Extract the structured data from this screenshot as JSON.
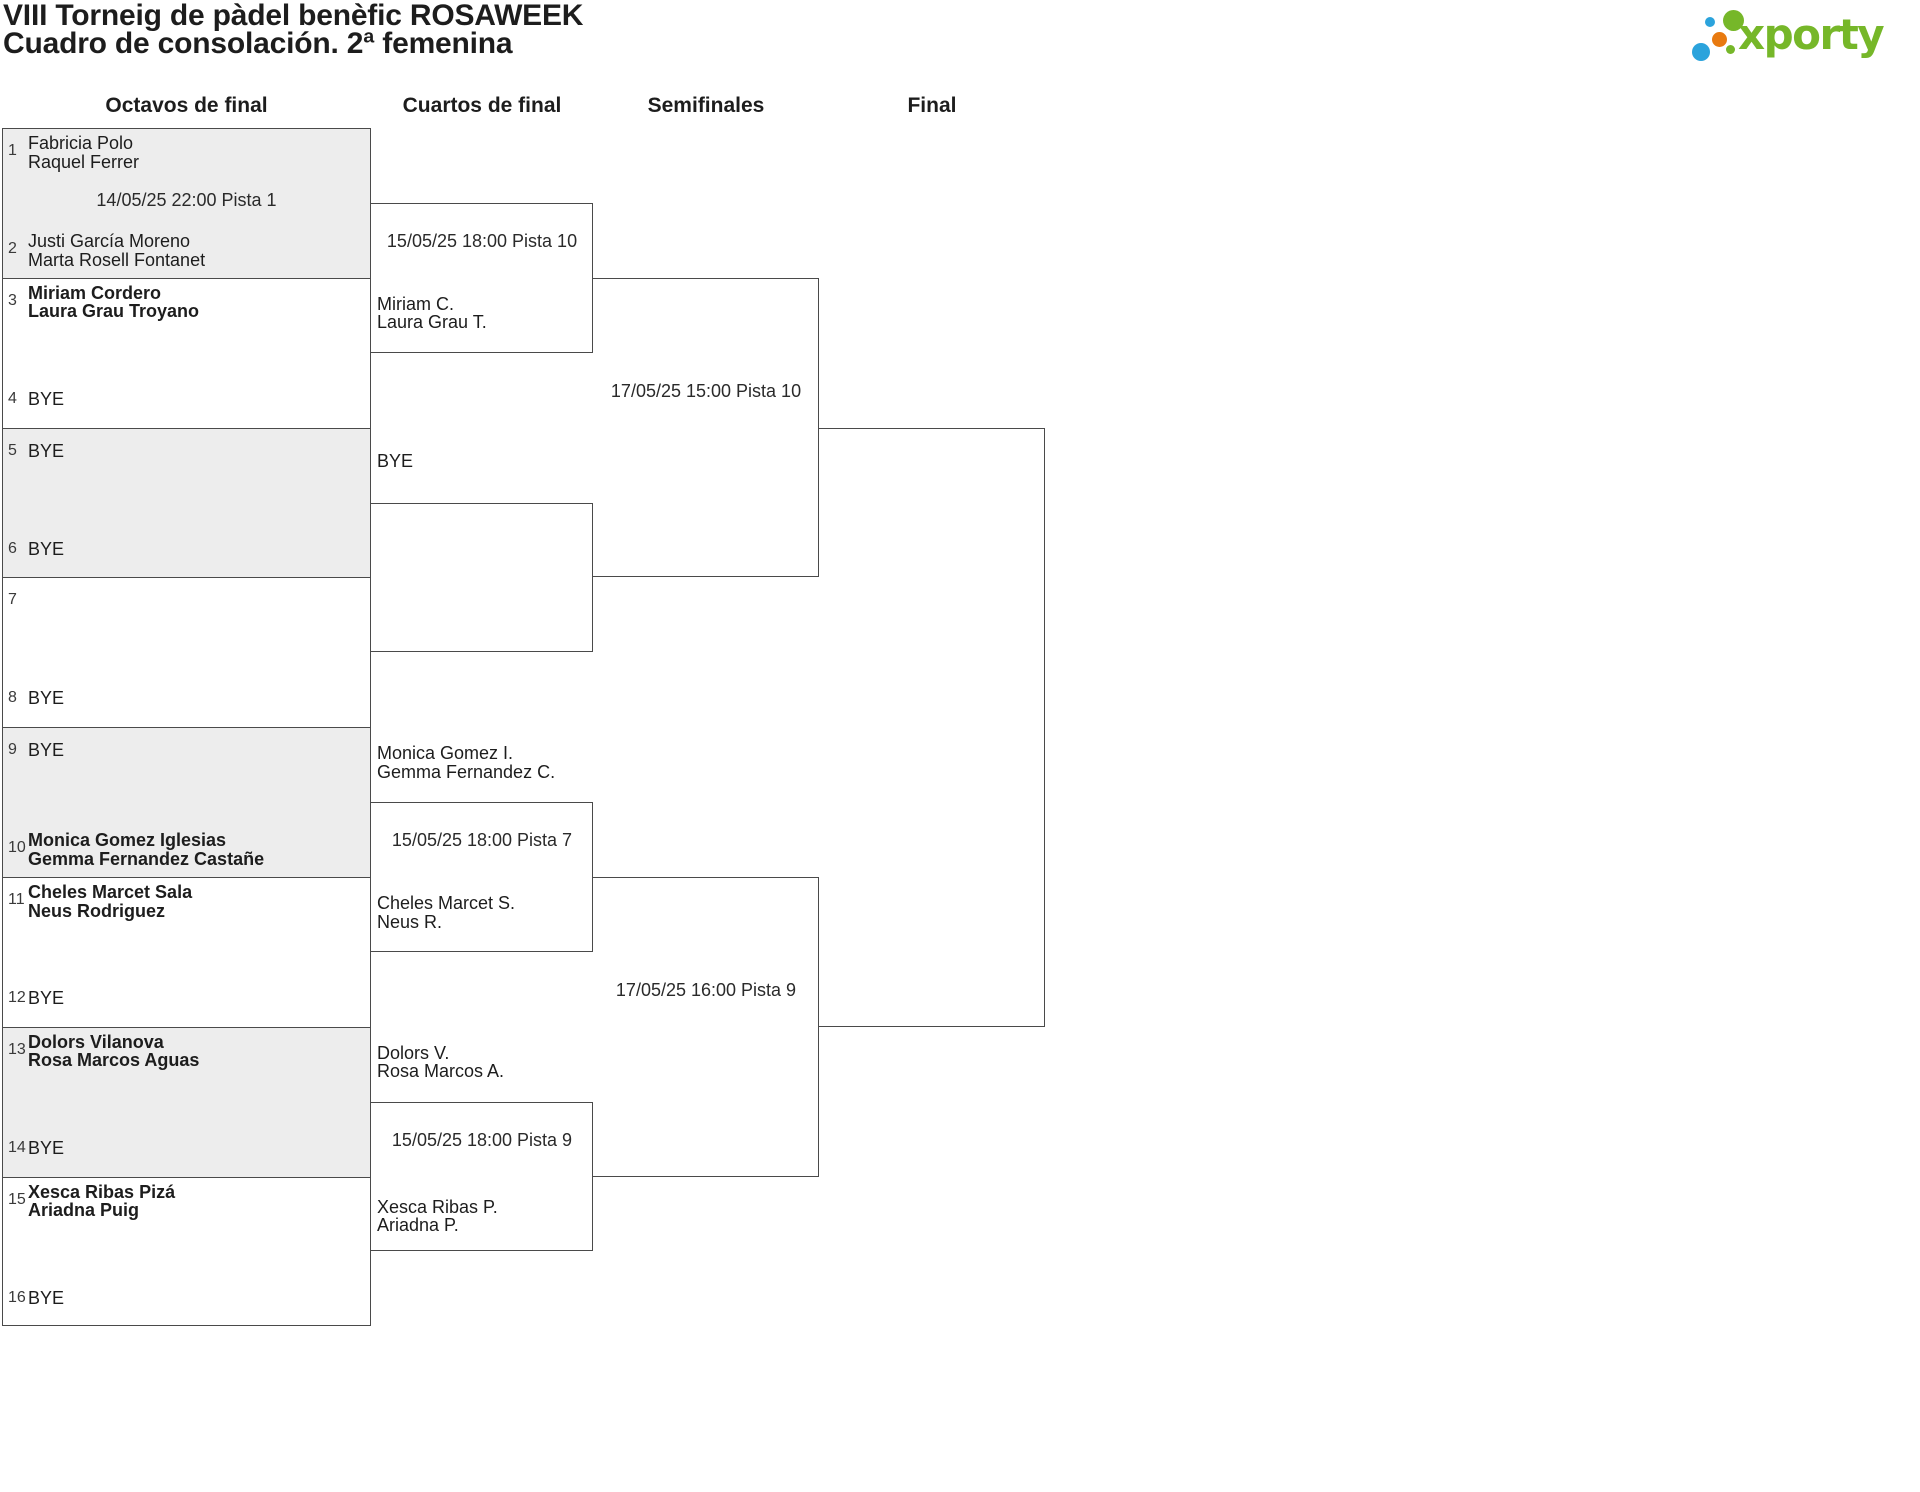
{
  "title": {
    "line1": "VIII Torneig de pàdel benèfic ROSAWEEK",
    "line2": "Cuadro de consolación. 2ª femenina"
  },
  "logo": {
    "brand": "xporty"
  },
  "colors": {
    "shaded_row": "#ededed",
    "border_line": "#4a4a4a",
    "text": "#1d1d1d",
    "logo_green": "#76b729",
    "logo_blue": "#2ba3dc",
    "logo_orange": "#e87a10"
  },
  "round_headers": [
    "Octavos de final",
    "Cuartos de final",
    "Semifinales",
    "Final"
  ],
  "r16": [
    {
      "num": "1",
      "line1": "Fabricia Polo",
      "line2": "Raquel Ferrer"
    },
    {
      "num": "2",
      "line1": "Justi García Moreno",
      "line2": "Marta Rosell Fontanet"
    },
    {
      "num": "3",
      "line1": "Miriam Cordero",
      "line2": "Laura Grau Troyano",
      "advanced": true
    },
    {
      "num": "4",
      "line1": "BYE"
    },
    {
      "num": "5",
      "line1": "BYE"
    },
    {
      "num": "6",
      "line1": "BYE"
    },
    {
      "num": "7"
    },
    {
      "num": "8",
      "line1": "BYE"
    },
    {
      "num": "9",
      "line1": "BYE"
    },
    {
      "num": "10",
      "line1": "Monica Gomez Iglesias",
      "line2": "Gemma Fernandez Castañe",
      "advanced": true
    },
    {
      "num": "11",
      "line1": "Cheles Marcet Sala",
      "line2": "Neus Rodriguez",
      "advanced": true
    },
    {
      "num": "12",
      "line1": "BYE"
    },
    {
      "num": "13",
      "line1": "Dolors Vilanova",
      "line2": "Rosa Marcos Aguas",
      "advanced": true
    },
    {
      "num": "14",
      "line1": "BYE"
    },
    {
      "num": "15",
      "line1": "Xesca Ribas Pizá",
      "line2": "Ariadna Puig",
      "advanced": true
    },
    {
      "num": "16",
      "line1": "BYE"
    }
  ],
  "r16_schedule": {
    "m1": "14/05/25 22:00 Pista 1"
  },
  "qf": [
    {
      "date": "15/05/25 18:00 Pista 10",
      "b_line1": "Miriam C.",
      "b_line2": "Laura Grau T."
    },
    {
      "a_line1": "BYE"
    },
    {
      "date": "15/05/25 18:00 Pista 7",
      "a_line1": "Monica Gomez I.",
      "a_line2": "Gemma Fernandez C.",
      "b_line1": "Cheles Marcet S.",
      "b_line2": "Neus R."
    },
    {
      "date": "15/05/25 18:00 Pista 9",
      "a_line1": "Dolors V.",
      "a_line2": "Rosa Marcos A.",
      "b_line1": "Xesca Ribas P.",
      "b_line2": "Ariadna P."
    }
  ],
  "sf": [
    {
      "date": "17/05/25 15:00 Pista 10"
    },
    {
      "date": "17/05/25 16:00 Pista 9"
    }
  ]
}
